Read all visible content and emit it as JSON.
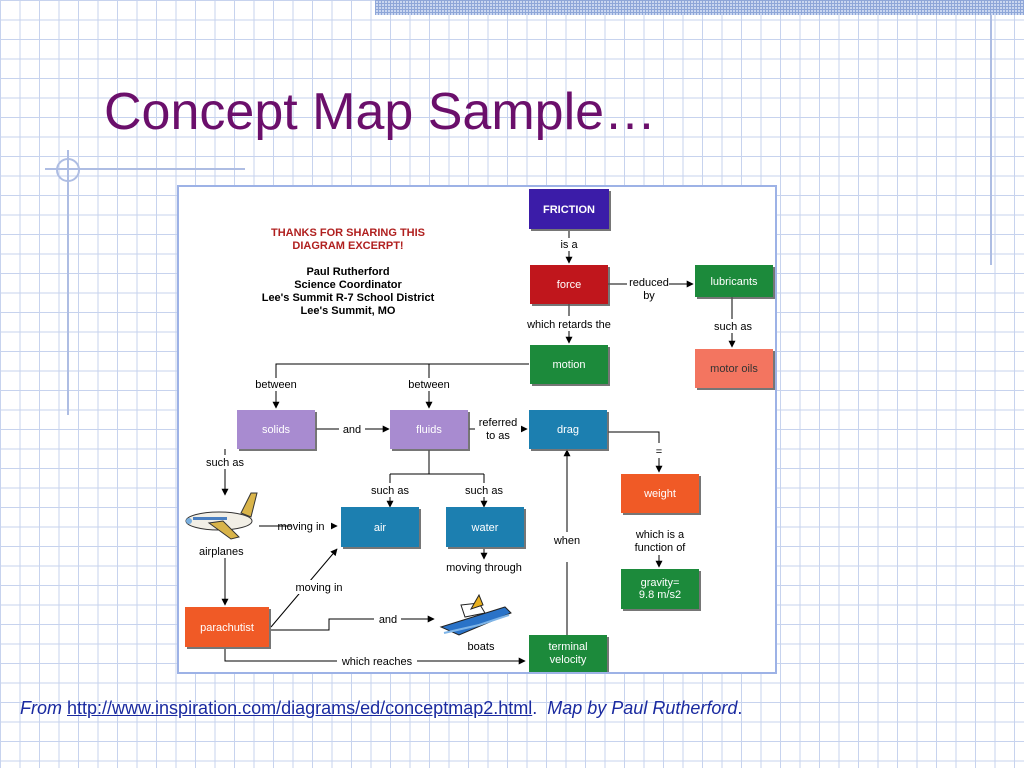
{
  "title": "Concept Map Sample…",
  "credit": {
    "heading_line1": "THANKS FOR SHARING THIS",
    "heading_line2": "DIAGRAM EXCERPT!",
    "name": "Paul Rutherford",
    "role": "Science Coordinator",
    "district": "Lee's Summit R-7 School District",
    "location": "Lee's Summit, MO"
  },
  "nodes": {
    "friction": "FRICTION",
    "force": "force",
    "lubricants": "lubricants",
    "motion": "motion",
    "motor_oils": "motor oils",
    "solids": "solids",
    "fluids": "fluids",
    "drag": "drag",
    "weight": "weight",
    "air": "air",
    "water": "water",
    "gravity_line1": "gravity=",
    "gravity_line2": "9.8 m/s2",
    "parachutist": "parachutist",
    "terminal_line1": "terminal",
    "terminal_line2": "velocity"
  },
  "links": {
    "is_a": "is a",
    "reduced_line1": "reduced",
    "reduced_line2": "by",
    "which_retards": "which retards the",
    "such_as_lub": "such as",
    "between_1": "between",
    "between_2": "between",
    "and_1": "and",
    "referred_line1": "referred",
    "referred_line2": "to as",
    "equals": "=",
    "such_as_solids": "such as",
    "such_as_air": "such as",
    "such_as_water": "such as",
    "moving_in_1": "moving in",
    "moving_in_2": "moving in",
    "moving_through": "moving through",
    "when": "when",
    "which_is_line1": "which is a",
    "which_is_line2": "function of",
    "and_2": "and",
    "which_reaches": "which reaches",
    "airplanes": "airplanes",
    "boats": "boats"
  },
  "colors": {
    "friction": "#3a1aa8",
    "red": "#c0191c",
    "green": "#1f8a3a",
    "salmon": "#f37560",
    "purple": "#a88bd0",
    "blue": "#1e7fb0",
    "orange": "#f05a28",
    "title": "#6b0f6b",
    "credit_heading": "#b0201f"
  },
  "footer": {
    "from": "From",
    "url": "http://www.inspiration.com/diagrams/ed/conceptmap2.html",
    "after_url": ".",
    "map_by": "Map by Paul Rutherford",
    "end": "."
  }
}
